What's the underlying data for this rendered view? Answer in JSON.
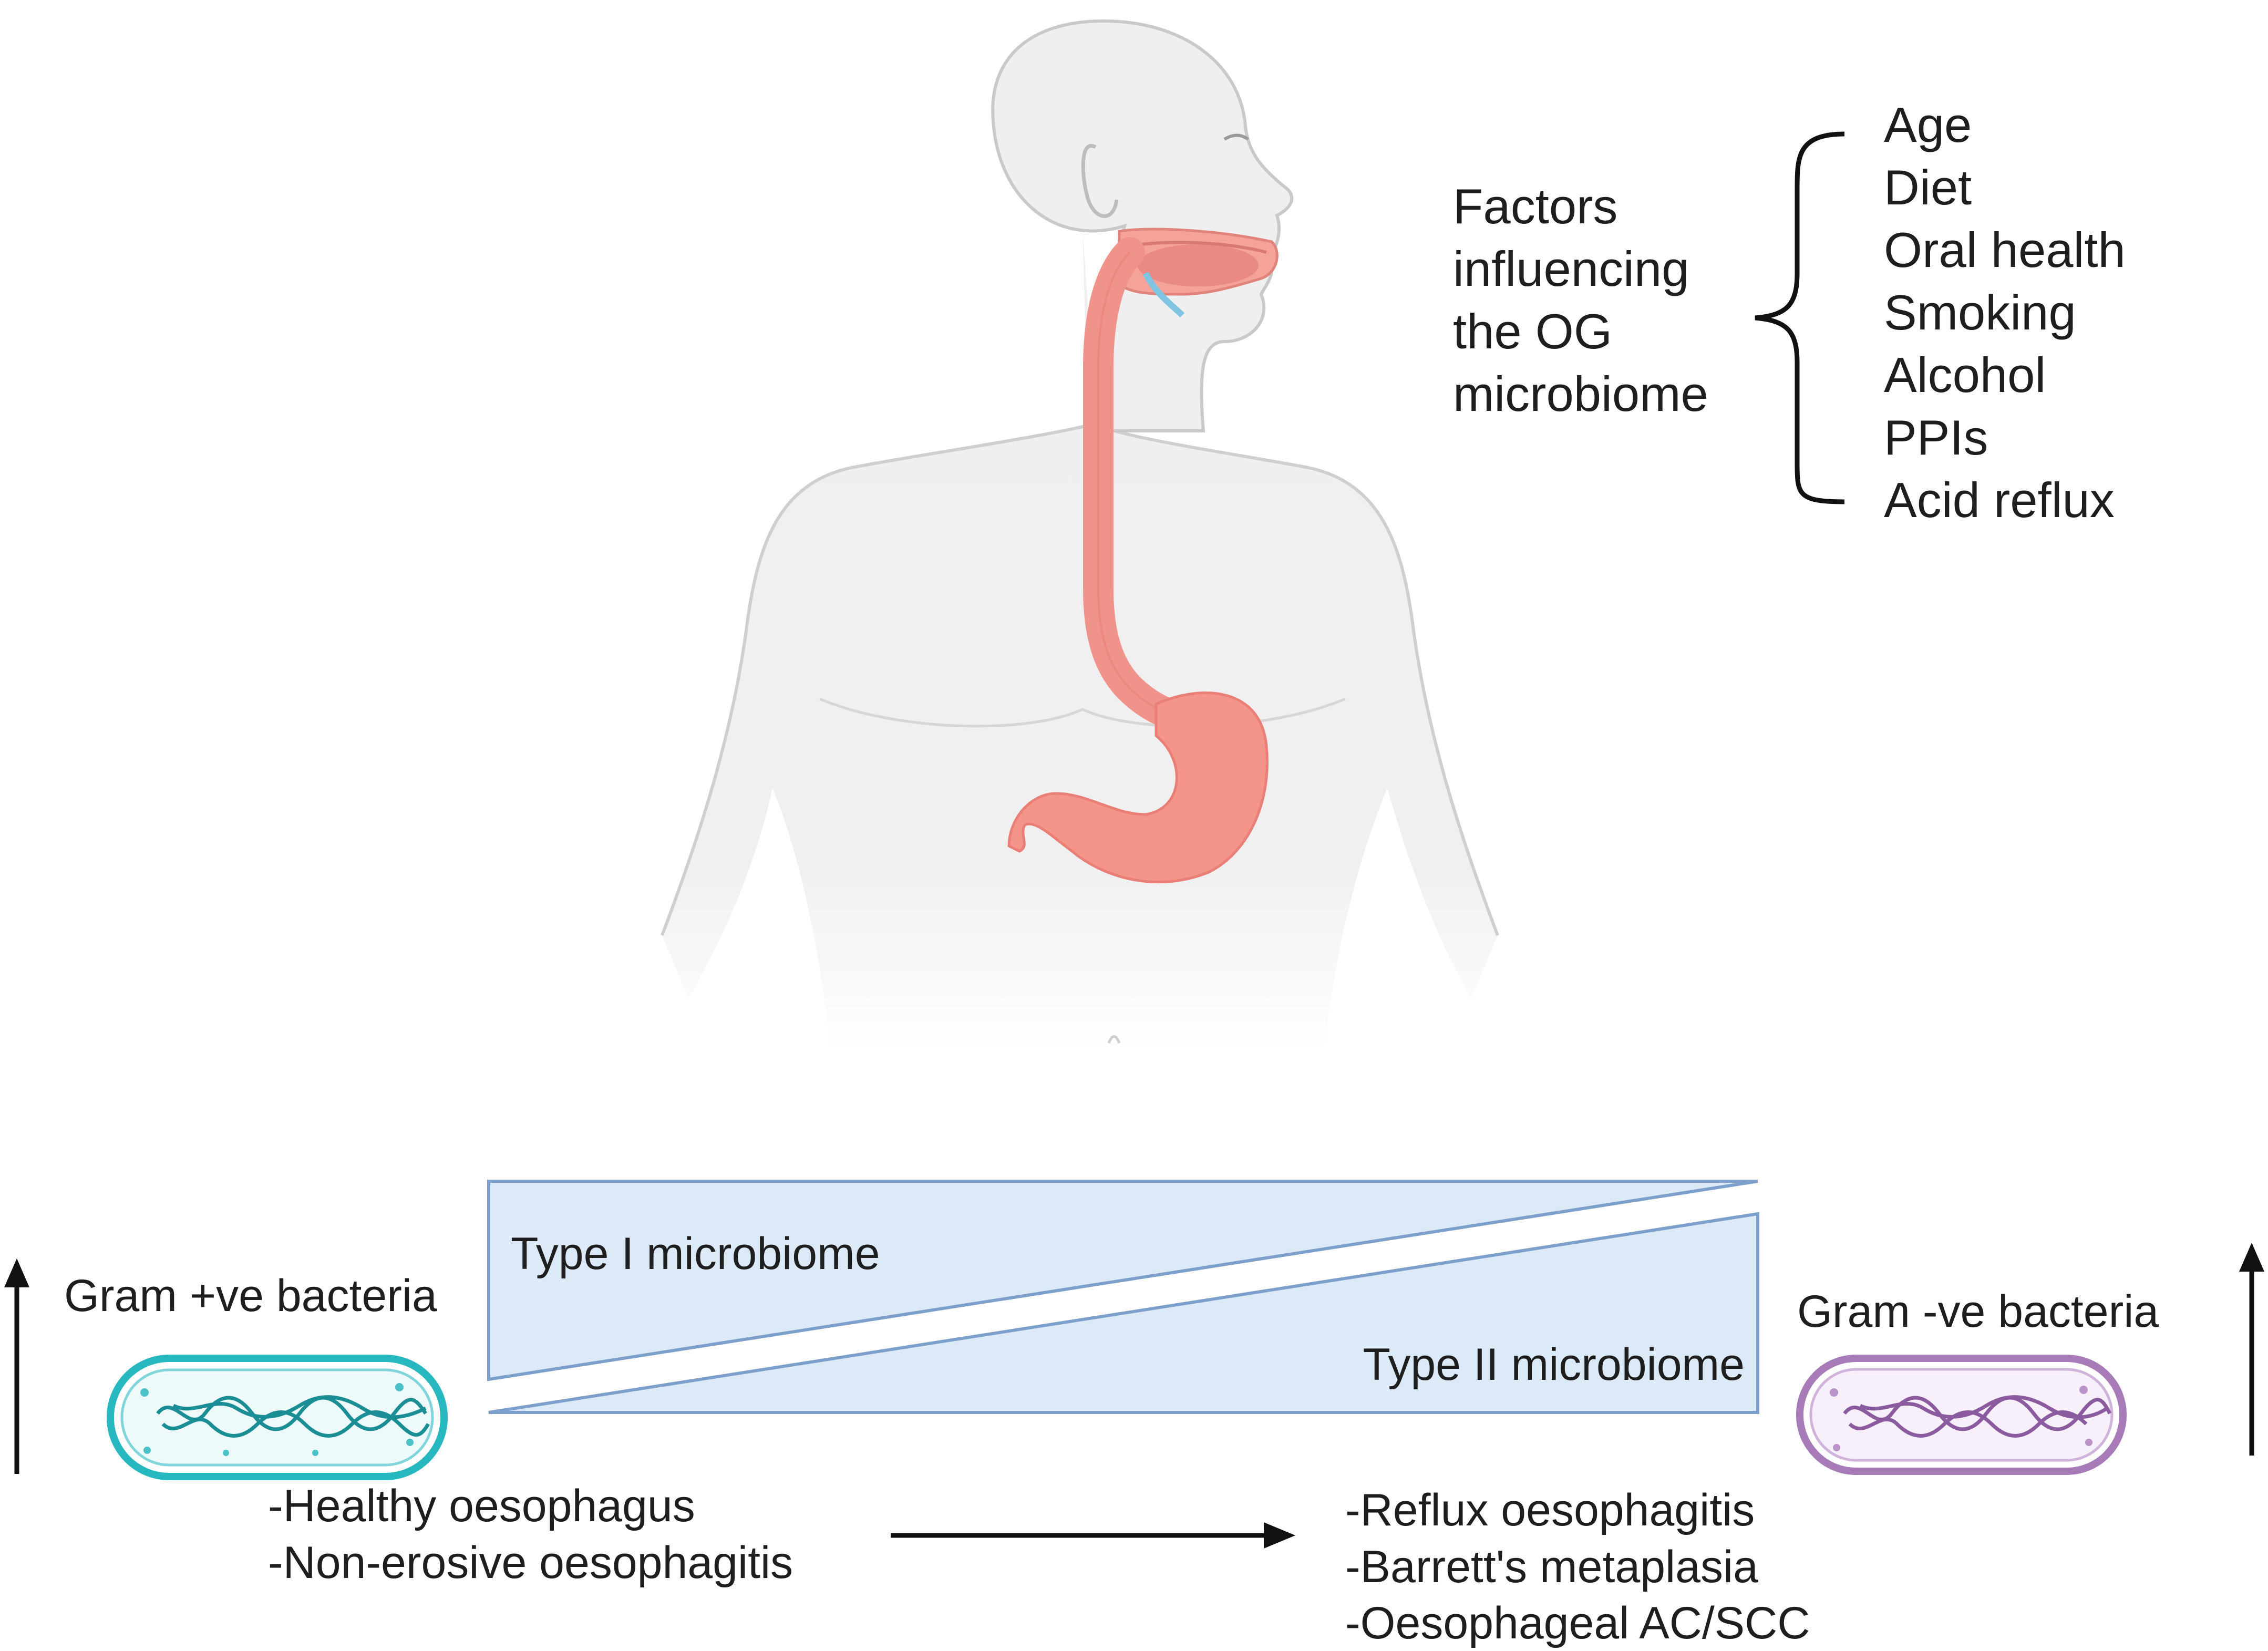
{
  "factors": {
    "heading": [
      "Factors",
      "influencing",
      "the OG",
      "microbiome"
    ],
    "items": [
      "Age",
      "Diet",
      "Oral health",
      "Smoking",
      "Alcohol",
      "PPIs",
      "Acid reflux"
    ]
  },
  "microbiome": {
    "type1_label": "Type I microbiome",
    "type2_label": "Type II microbiome"
  },
  "bacteria": {
    "gram_positive_label": "Gram +ve bacteria",
    "gram_negative_label": "Gram -ve bacteria"
  },
  "conditions": {
    "left": [
      "-Healthy oesophagus",
      "-Non-erosive oesophagitis"
    ],
    "right": [
      "-Reflux oesophagitis",
      "-Barrett's metaplasia",
      "-Oesophageal AC/SCC"
    ]
  },
  "colors": {
    "body": "#efefef",
    "body_outline": "#c9c9c9",
    "oesophagus": "#f0938a",
    "stomach": "#f4958a",
    "wedge_fill": "#dce9f6",
    "wedge_stroke": "#7c9fcc",
    "gram_positive": "#27b8bf",
    "gram_negative": "#a77ab8",
    "arrow": "#111111"
  }
}
